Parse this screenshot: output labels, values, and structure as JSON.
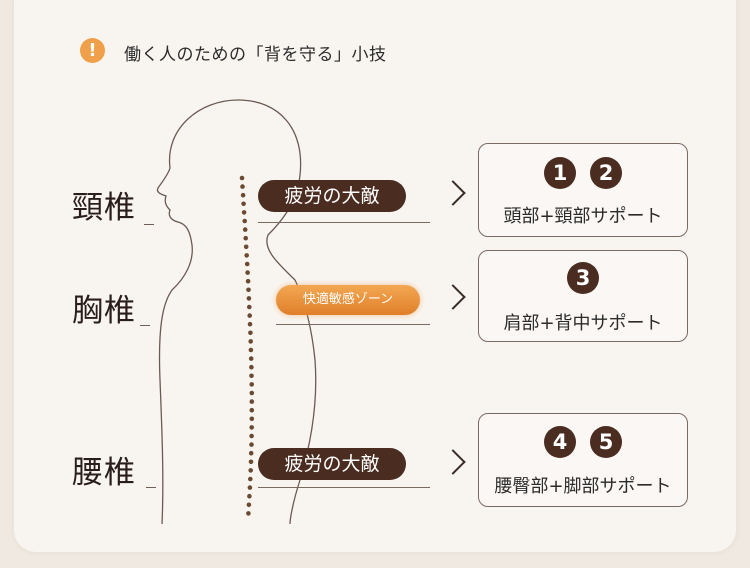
{
  "header": {
    "icon_glyph": "!",
    "icon_name": "exclamation-icon",
    "title": "働く人のための「背を守る」小技"
  },
  "regions": [
    {
      "label": "頸椎",
      "tag": "疲労の大敵",
      "numbers": [
        "1",
        "2"
      ],
      "support": "頭部+頸部サポート"
    },
    {
      "label": "胸椎",
      "tag": "快適敏感ゾーン",
      "numbers": [
        "3"
      ],
      "support": "肩部+背中サポート"
    },
    {
      "label": "腰椎",
      "tag": "疲労の大敵",
      "numbers": [
        "4",
        "5"
      ],
      "support": "腰臀部+脚部サポート"
    }
  ],
  "colors": {
    "background": "#efe9e1",
    "card": "#f8f5f1",
    "accent_dark": "#4a2c20",
    "accent_orange": "#e88f36",
    "icon_orange": "#f0a04b"
  }
}
